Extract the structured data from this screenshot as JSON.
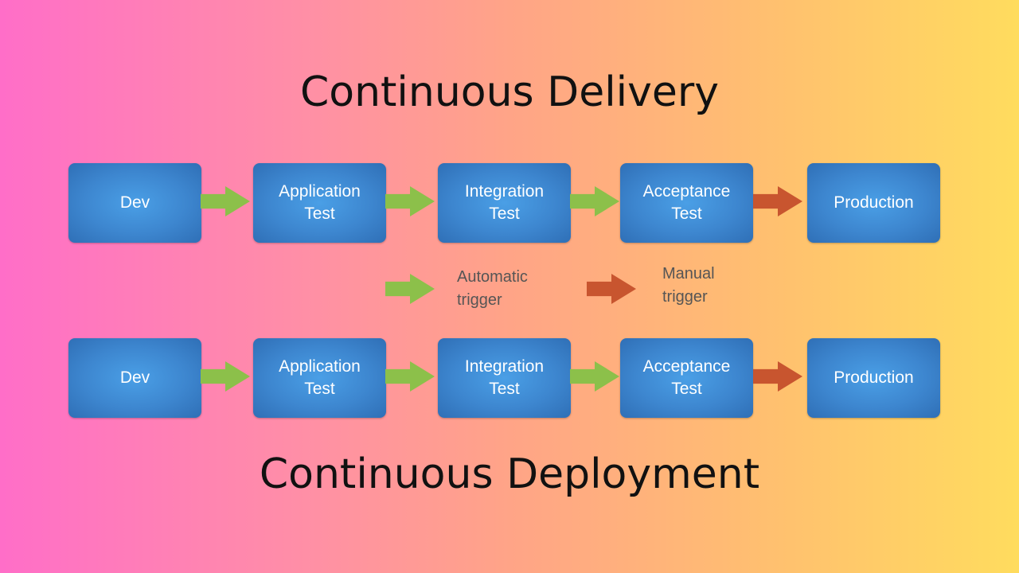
{
  "titles": {
    "top": "Continuous Delivery",
    "bottom": "Continuous Deployment"
  },
  "colors": {
    "automatic_arrow": "#8cc04a",
    "manual_arrow": "#c8552f",
    "box": "#3d86cf",
    "box_text": "#ffffff"
  },
  "delivery": {
    "stages": [
      "Dev",
      "Application\nTest",
      "Integration\nTest",
      "Acceptance\nTest",
      "Production"
    ],
    "arrows": [
      "automatic",
      "automatic",
      "automatic",
      "manual"
    ]
  },
  "deployment": {
    "stages": [
      "Dev",
      "Application\nTest",
      "Integration\nTest",
      "Acceptance\nTest",
      "Production"
    ],
    "arrows": [
      "automatic",
      "automatic",
      "automatic",
      "manual"
    ]
  },
  "legend": {
    "automatic_label": "Automatic\ntrigger",
    "manual_label": "Manual\ntrigger"
  }
}
